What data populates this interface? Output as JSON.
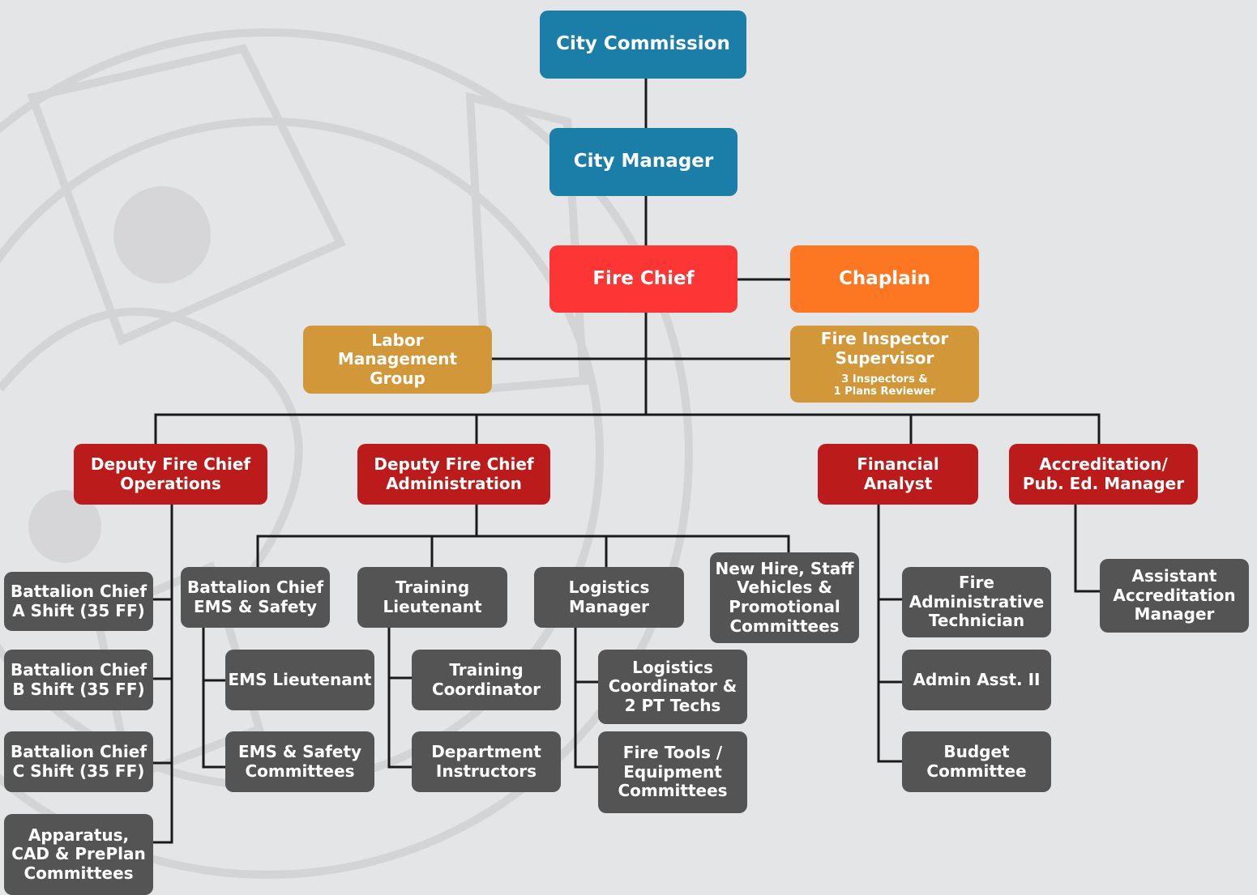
{
  "colors": {
    "background": "#e4e5e7",
    "top_level": "#1a7ea9",
    "fire_chief": "#fe3535",
    "chaplain": "#fd7622",
    "advisory": "#d29738",
    "deputy_level": "#bb1b1b",
    "staff": "#545454",
    "connector": "#1a1a1a"
  },
  "nodes": {
    "city_commission": "City Commission",
    "city_manager": "City Manager",
    "fire_chief": "Fire Chief",
    "chaplain": "Chaplain",
    "labor_management_group": "Labor\nManagement\nGroup",
    "fire_inspector_supervisor": "Fire Inspector\nSupervisor",
    "fire_inspector_supervisor_note": "3 Inspectors &\n1 Plans Reviewer",
    "deputy_chief_operations": "Deputy Fire Chief\nOperations",
    "deputy_chief_administration": "Deputy Fire Chief\nAdministration",
    "financial_analyst": "Financial\nAnalyst",
    "accreditation_manager": "Accreditation/\nPub. Ed. Manager",
    "battalion_chief_a": "Battalion Chief\nA Shift (35 FF)",
    "battalion_chief_b": "Battalion Chief\nB Shift (35 FF)",
    "battalion_chief_c": "Battalion Chief\nC Shift (35 FF)",
    "apparatus_committees": "Apparatus,\nCAD & PrePlan\nCommittees",
    "battalion_chief_ems": "Battalion Chief\nEMS & Safety",
    "ems_lieutenant": "EMS Lieutenant",
    "ems_safety_committees": "EMS & Safety\nCommittees",
    "training_lieutenant": "Training\nLieutenant",
    "training_coordinator": "Training\nCoordinator",
    "department_instructors": "Department\nInstructors",
    "logistics_manager": "Logistics\nManager",
    "logistics_coordinator": "Logistics\nCoordinator &\n2 PT Techs",
    "fire_tools_committees": "Fire Tools /\nEquipment\nCommittees",
    "new_hire_committees": "New Hire, Staff\nVehicles &\nPromotional\nCommittees",
    "fire_admin_technician": "Fire\nAdministrative\nTechnician",
    "admin_asst": "Admin Asst. II",
    "budget_committee": "Budget\nCommittee",
    "assistant_accreditation_manager": "Assistant\nAccreditation\nManager"
  }
}
